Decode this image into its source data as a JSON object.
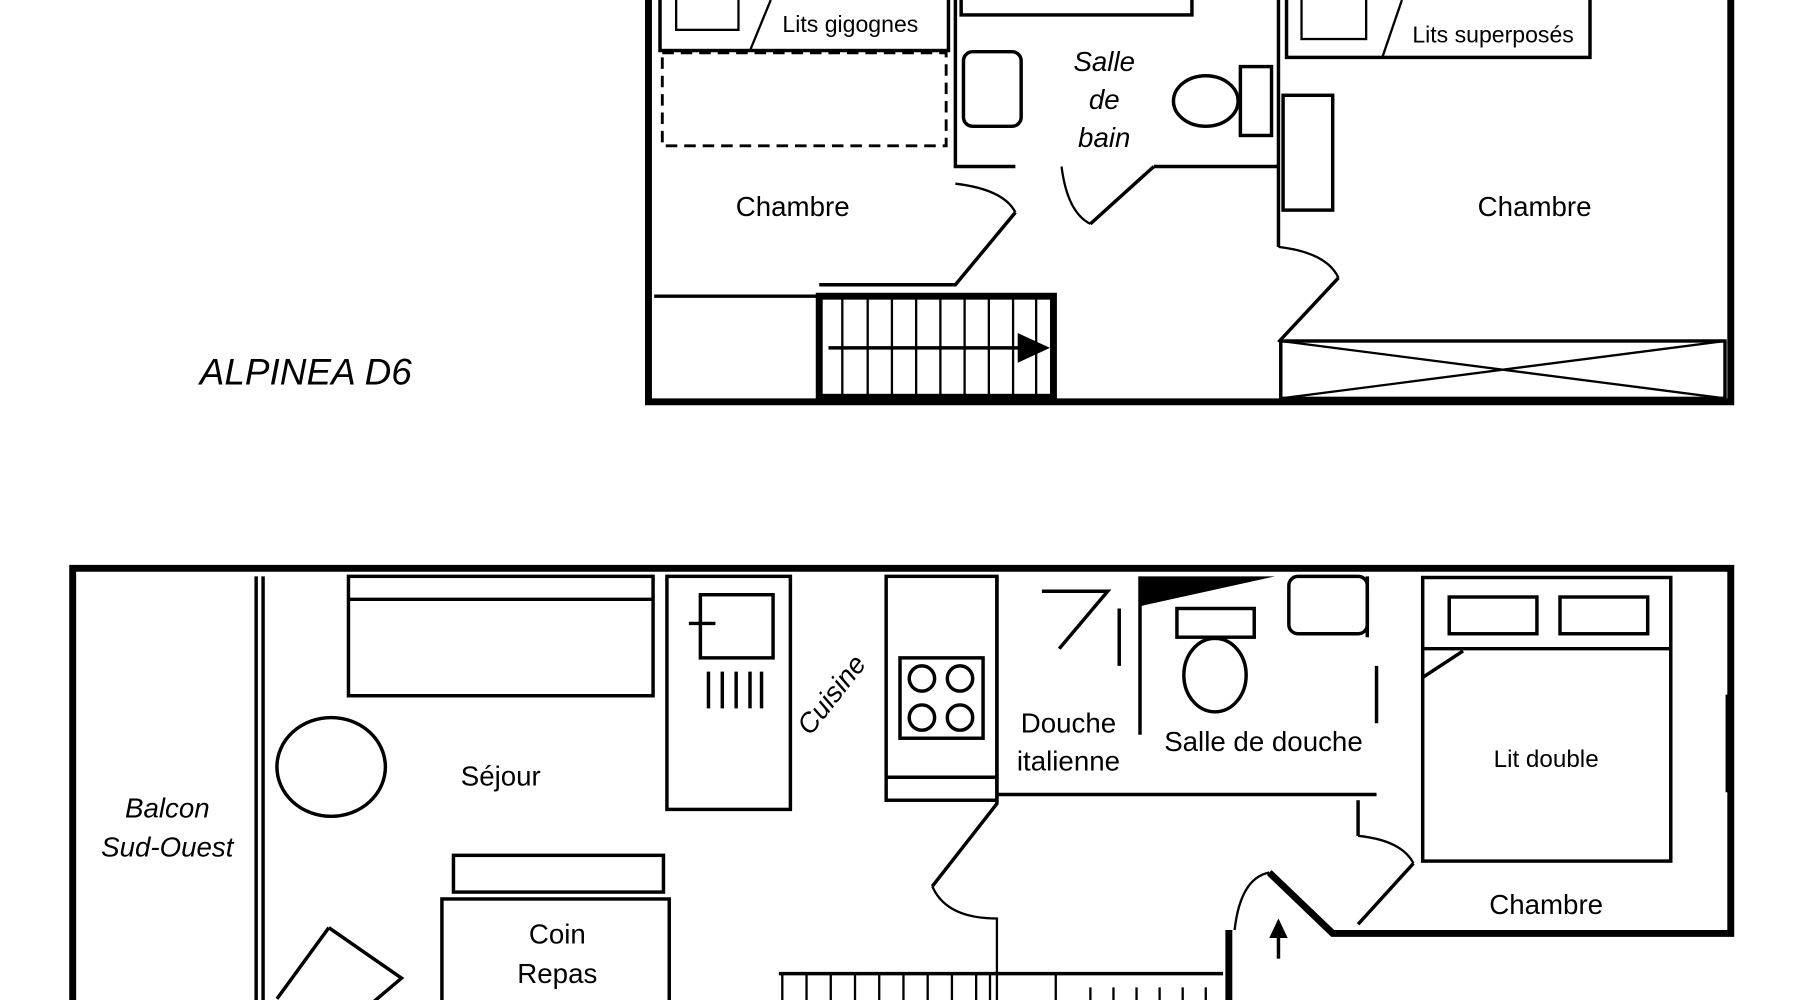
{
  "title": "ALPINEA D6",
  "upper_floor": {
    "rooms": {
      "bedroom_left": "Chambre",
      "bedroom_left_beds": "Lits gigognes",
      "bathroom_line1": "Salle",
      "bathroom_line2": "de",
      "bathroom_line3": "bain",
      "bedroom_right": "Chambre",
      "bedroom_right_beds": "Lits superposés"
    }
  },
  "lower_floor": {
    "rooms": {
      "balcony_line1": "Balcon",
      "balcony_line2": "Sud-Ouest",
      "living": "Séjour",
      "kitchen": "Cuisine",
      "shower_line1": "Douche",
      "shower_line2": "italienne",
      "shower_room": "Salle de douche",
      "bed": "Lit double",
      "bedroom": "Chambre",
      "dining_line1": "Coin",
      "dining_line2": "Repas"
    }
  }
}
